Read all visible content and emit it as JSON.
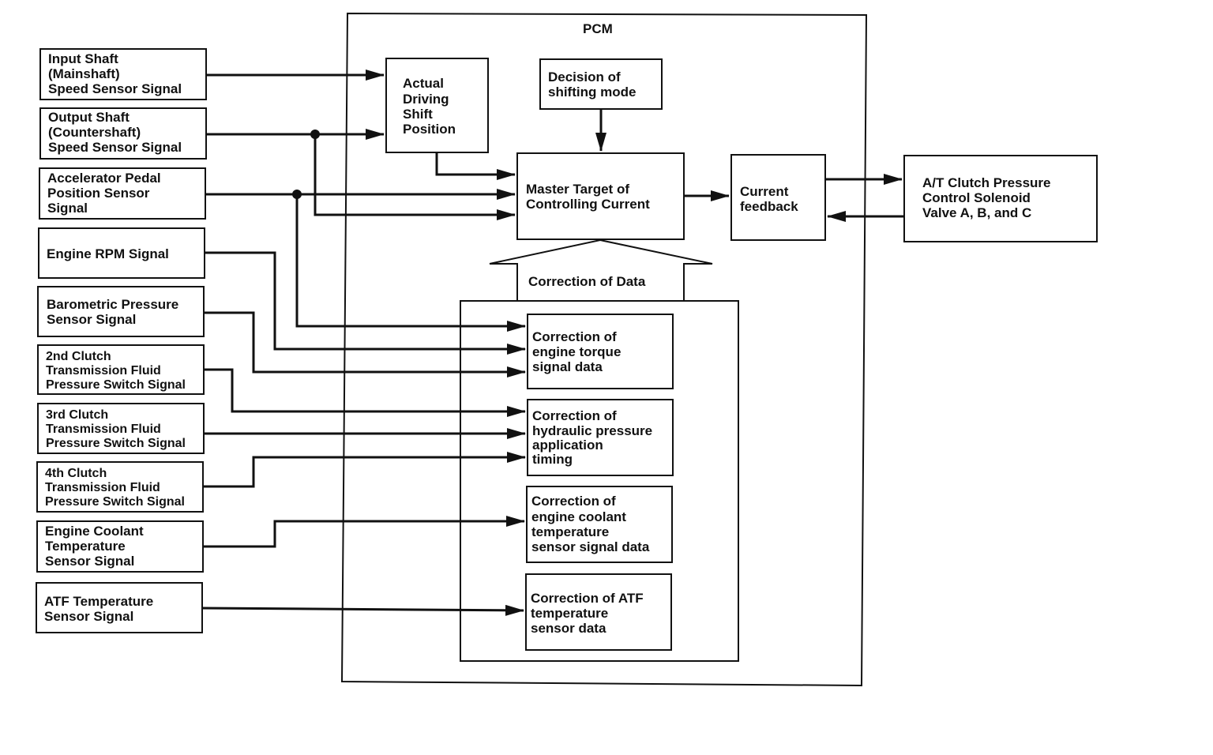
{
  "pcm": {
    "title": "PCM"
  },
  "inputs": [
    {
      "id": "input-shaft",
      "lines": [
        "Input Shaft",
        "(Mainshaft)",
        "Speed Sensor Signal"
      ]
    },
    {
      "id": "output-shaft",
      "lines": [
        "Output Shaft",
        "(Countershaft)",
        "Speed Sensor Signal"
      ]
    },
    {
      "id": "accelerator",
      "lines": [
        "Accelerator Pedal",
        "Position Sensor",
        "Signal"
      ]
    },
    {
      "id": "engine-rpm",
      "lines": [
        "Engine RPM Signal"
      ]
    },
    {
      "id": "barometric",
      "lines": [
        "Barometric Pressure",
        "Sensor Signal"
      ]
    },
    {
      "id": "clutch-2nd",
      "lines": [
        "2nd Clutch",
        "Transmission Fluid",
        "Pressure Switch Signal"
      ]
    },
    {
      "id": "clutch-3rd",
      "lines": [
        "3rd Clutch",
        "Transmission Fluid",
        "Pressure Switch Signal"
      ]
    },
    {
      "id": "clutch-4th",
      "lines": [
        "4th Clutch",
        "Transmission Fluid",
        "Pressure Switch Signal"
      ]
    },
    {
      "id": "coolant",
      "lines": [
        "Engine Coolant",
        "Temperature",
        "Sensor Signal"
      ]
    },
    {
      "id": "atf",
      "lines": [
        "ATF Temperature",
        "Sensor Signal"
      ]
    }
  ],
  "blocks": {
    "actual_driving": {
      "lines": [
        "Actual",
        "Driving",
        "Shift",
        "Position"
      ]
    },
    "decision": {
      "lines": [
        "Decision of",
        "shifting mode"
      ]
    },
    "master_target": {
      "lines": [
        "Master Target of",
        "Controlling Current"
      ]
    },
    "current_feedback": {
      "lines": [
        "Current",
        "feedback"
      ]
    },
    "solenoid": {
      "lines": [
        "A/T Clutch Pressure",
        "Control Solenoid",
        "Valve A, B, and C"
      ]
    },
    "correction_of_data": {
      "lines": [
        "Correction of Data"
      ]
    },
    "corr_torque": {
      "lines": [
        "Correction of",
        "engine torque",
        "signal data"
      ]
    },
    "corr_hydraulic": {
      "lines": [
        "Correction of",
        "hydraulic pressure",
        "application",
        "timing"
      ]
    },
    "corr_coolant": {
      "lines": [
        "Correction of",
        "engine coolant",
        "temperature",
        "sensor signal data"
      ]
    },
    "corr_atf": {
      "lines": [
        "Correction of ATF",
        "temperature",
        "sensor data"
      ]
    }
  }
}
